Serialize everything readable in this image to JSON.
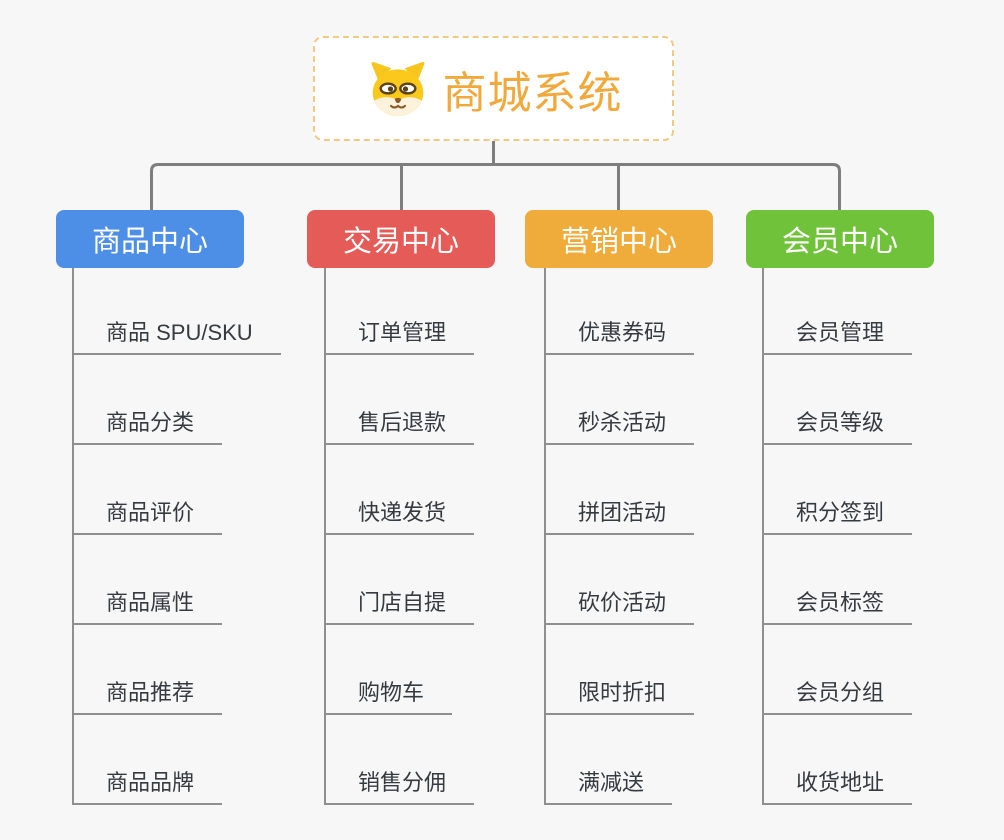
{
  "canvas": {
    "background": "#f7f7f7",
    "connector_color": "#7e7e7e",
    "underline_color": "#8f8f8f",
    "child_text_color": "#363b40"
  },
  "root": {
    "title": "商城系统",
    "icon": "dog-icon",
    "text_color": "#f2a93c",
    "border_color": "#f2c983",
    "background": "#ffffff"
  },
  "branches": [
    {
      "label": "商品中心",
      "color": "#4d8fe6",
      "children": [
        "商品 SPU/SKU",
        "商品分类",
        "商品评价",
        "商品属性",
        "商品推荐",
        "商品品牌"
      ]
    },
    {
      "label": "交易中心",
      "color": "#e55b57",
      "children": [
        "订单管理",
        "售后退款",
        "快递发货",
        "门店自提",
        "购物车",
        "销售分佣"
      ]
    },
    {
      "label": "营销中心",
      "color": "#efac3b",
      "children": [
        "优惠券码",
        "秒杀活动",
        "拼团活动",
        "砍价活动",
        "限时折扣",
        "满减送"
      ]
    },
    {
      "label": "会员中心",
      "color": "#70c23a",
      "children": [
        "会员管理",
        "会员等级",
        "积分签到",
        "会员标签",
        "会员分组",
        "收货地址"
      ]
    }
  ]
}
